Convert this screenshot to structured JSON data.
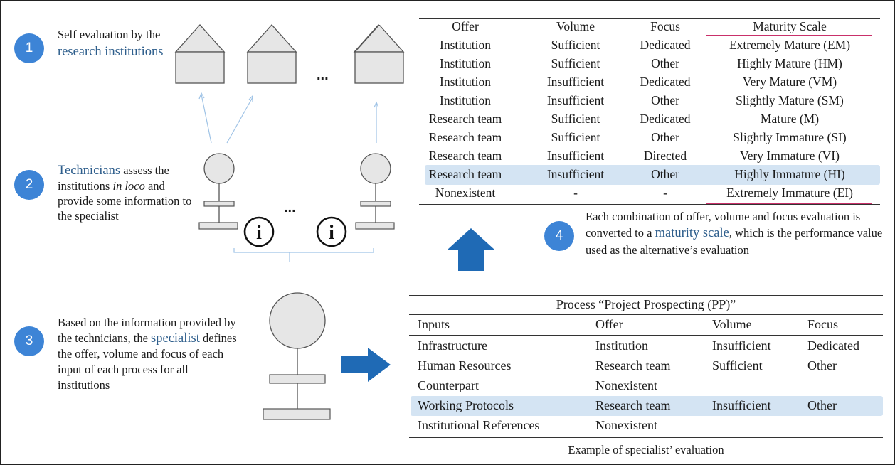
{
  "steps": [
    {
      "number": "1",
      "text_a": "Self evaluation by the ",
      "highlight": "research institutions",
      "text_b": ""
    },
    {
      "number": "2",
      "highlight": "Technicians",
      "text_a": " assess the institutions ",
      "italic": "in loco",
      "text_b": " and provide some information to the specialist"
    },
    {
      "number": "3",
      "text_a": "Based on the information provided by the technicians, the ",
      "highlight": "specialist",
      "text_b": " defines the offer, volume and focus of each input of each process for all institutions"
    },
    {
      "number": "4",
      "text_a": "Each combination of offer, volume and focus evaluation is converted to a ",
      "highlight": "maturity scale",
      "text_b": ", which is the performance value used as the alternative’s evaluation"
    }
  ],
  "ellipsis": "...",
  "info_glyph": "i",
  "icons": [
    "house-icon",
    "person-icon",
    "info-icon",
    "arrow-up-icon",
    "arrow-right-icon"
  ],
  "maturity_table": {
    "headers": [
      "Offer",
      "Volume",
      "Focus",
      "Maturity Scale"
    ],
    "rows": [
      [
        "Institution",
        "Sufficient",
        "Dedicated",
        "Extremely Mature (EM)"
      ],
      [
        "Institution",
        "Sufficient",
        "Other",
        "Highly Mature (HM)"
      ],
      [
        "Institution",
        "Insufficient",
        "Dedicated",
        "Very Mature (VM)"
      ],
      [
        "Institution",
        "Insufficient",
        "Other",
        "Slightly Mature (SM)"
      ],
      [
        "Research team",
        "Sufficient",
        "Dedicated",
        "Mature (M)"
      ],
      [
        "Research team",
        "Sufficient",
        "Other",
        "Slightly Immature (SI)"
      ],
      [
        "Research team",
        "Insufficient",
        "Directed",
        "Very Immature (VI)"
      ],
      [
        "Research team",
        "Insufficient",
        "Other",
        "Highly Immature (HI)"
      ],
      [
        "Nonexistent",
        "-",
        "-",
        "Extremely Immature (EI)"
      ]
    ],
    "highlighted_row": 7
  },
  "process_table": {
    "title": "Process “Project Prospecting (PP)”",
    "headers": [
      "Inputs",
      "Offer",
      "Volume",
      "Focus"
    ],
    "rows": [
      [
        "Infrastructure",
        "Institution",
        "Insufficient",
        "Dedicated"
      ],
      [
        "Human Resources",
        "Research team",
        "Sufficient",
        "Other"
      ],
      [
        "Counterpart",
        "Nonexistent",
        "",
        ""
      ],
      [
        "Working Protocols",
        "Research team",
        "Insufficient",
        "Other"
      ],
      [
        "Institutional References",
        "Nonexistent",
        "",
        ""
      ]
    ],
    "highlighted_row": 3,
    "caption": "Example of specialist’ evaluation"
  },
  "colors": {
    "step_circle": "#3d84d6",
    "highlight_text": "#2e5e8c",
    "arrow_fill": "#1f6ab5",
    "row_highlight": "#d4e4f3",
    "maturity_box": "#c9306a",
    "connector": "#9fc3e6",
    "shape_fill": "#e6e6e6",
    "shape_stroke": "#555555"
  }
}
